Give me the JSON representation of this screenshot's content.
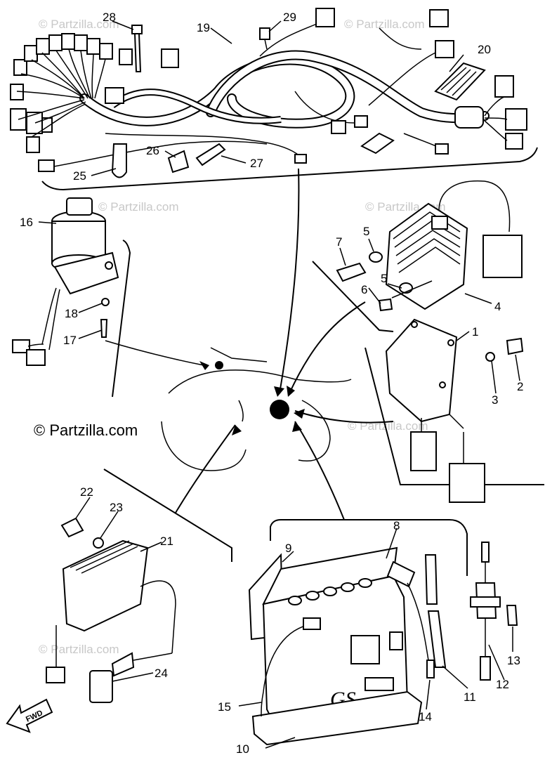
{
  "labels": {
    "p1": "1",
    "p2": "2",
    "p3": "3",
    "p4": "4",
    "p5a": "5",
    "p5b": "5",
    "p6": "6",
    "p7": "7",
    "p8": "8",
    "p9": "9",
    "p10": "10",
    "p11": "11",
    "p12": "12",
    "p13": "13",
    "p14": "14",
    "p15": "15",
    "p16": "16",
    "p17": "17",
    "p18": "18",
    "p19": "19",
    "p20": "20",
    "p21": "21",
    "p22": "22",
    "p23": "23",
    "p24": "24",
    "p25": "25",
    "p26": "26",
    "p27": "27",
    "p28": "28",
    "p29": "29"
  },
  "watermarks": {
    "main": "© Partzilla.com",
    "small": "© Partzilla.com"
  },
  "battery_mark": "GS",
  "fwd_label": "FWD"
}
